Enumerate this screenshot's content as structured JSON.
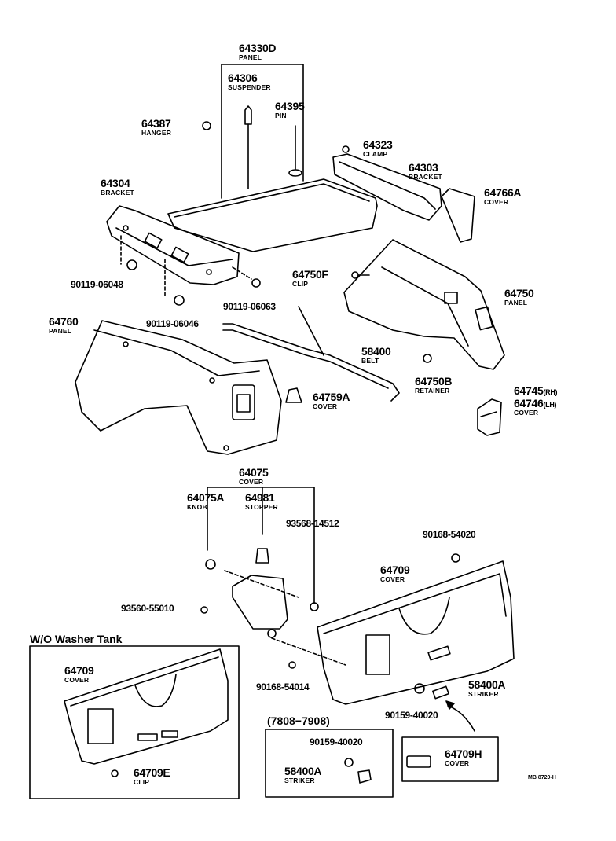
{
  "labels": {
    "p64330D": {
      "number": "64330D",
      "name": "PANEL"
    },
    "p64306": {
      "number": "64306",
      "name": "SUSPENDER"
    },
    "p64395": {
      "number": "64395",
      "name": "PIN"
    },
    "p64387": {
      "number": "64387",
      "name": "HANGER"
    },
    "p64323": {
      "number": "64323",
      "name": "CLAMP"
    },
    "p64303": {
      "number": "64303",
      "name": "BRACKET"
    },
    "p64304": {
      "number": "64304",
      "name": "BRACKET"
    },
    "p64766A": {
      "number": "64766A",
      "name": "COVER"
    },
    "p64750F": {
      "number": "64750F",
      "name": "CLIP"
    },
    "p64750": {
      "number": "64750",
      "name": "PANEL"
    },
    "p64760": {
      "number": "64760",
      "name": "PANEL"
    },
    "p58400": {
      "number": "58400",
      "name": "BELT"
    },
    "p64750B": {
      "number": "64750B",
      "name": "RETAINER"
    },
    "p64759A": {
      "number": "64759A",
      "name": "COVER"
    },
    "p64745": {
      "number": "64745",
      "suffix": "(RH)"
    },
    "p64746": {
      "number": "64746",
      "suffix": "(LH)",
      "name": "COVER"
    },
    "p64075": {
      "number": "64075",
      "name": "COVER"
    },
    "p64075A": {
      "number": "64075A",
      "name": "KNOB"
    },
    "p64981": {
      "number": "64981",
      "name": "STOPPER"
    },
    "p64709": {
      "number": "64709",
      "name": "COVER"
    },
    "p58400A": {
      "number": "58400A",
      "name": "STRIKER"
    },
    "p64709_inset": {
      "number": "64709",
      "name": "COVER"
    },
    "p64709E": {
      "number": "64709E",
      "name": "CLIP"
    },
    "p58400A_inset": {
      "number": "58400A",
      "name": "STRIKER"
    },
    "p64709H": {
      "number": "64709H",
      "name": "COVER"
    }
  },
  "part_numbers": {
    "a": "90119-06048",
    "b": "90119-06063",
    "c": "90119-06046",
    "d": "93568-14512",
    "e": "90168-54020",
    "f": "93560-55010",
    "g": "90168-54014",
    "h": "90159-40020",
    "i": "90159-40020"
  },
  "insets": {
    "washer": "W/O Washer Tank",
    "range": "(7808−7908)"
  },
  "diagram_code": "MB 8720-H"
}
